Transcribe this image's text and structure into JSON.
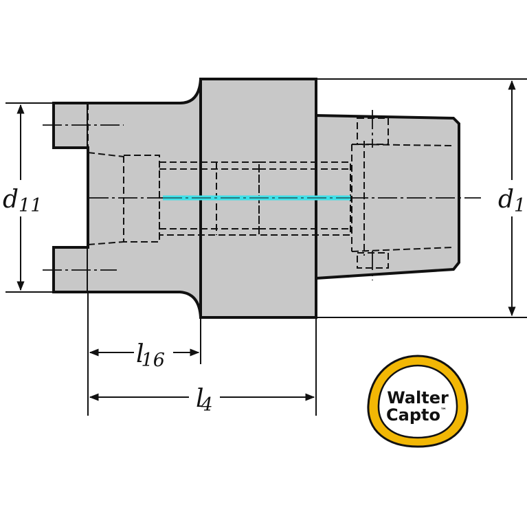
{
  "dimensions": {
    "d11": {
      "symbol": "d",
      "subscript": "11"
    },
    "d1": {
      "symbol": "d",
      "subscript": "1"
    },
    "l16": {
      "symbol": "l",
      "subscript": "16"
    },
    "l4": {
      "symbol": "l",
      "subscript": "4"
    }
  },
  "logo": {
    "line1": "Walter",
    "line2": "Capto",
    "trademark": "™"
  },
  "colors": {
    "body_fill": "#c8c8c8",
    "outline": "#111111",
    "coolant_line": "#3ee0e8",
    "logo_ring": "#f2b705"
  }
}
